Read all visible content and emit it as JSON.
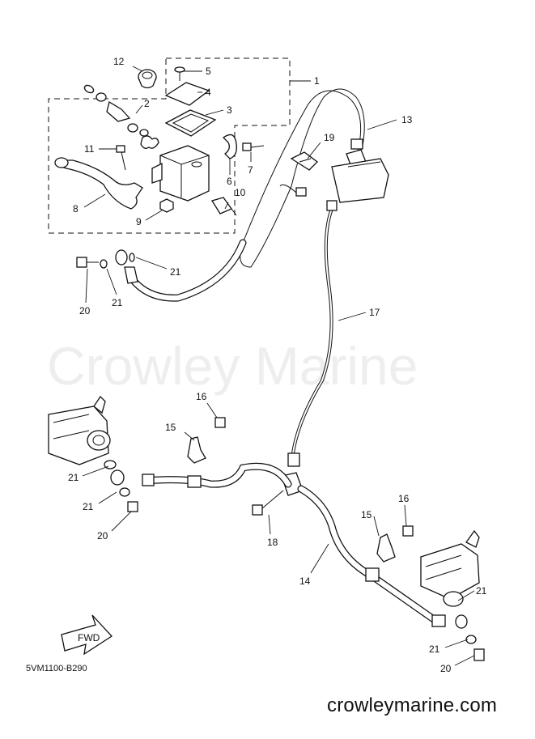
{
  "watermark": "Crowley Marine",
  "drawing_code": "5VM1100-B290",
  "site": "crowleymarine.com",
  "fwd_label": "FWD",
  "callouts": {
    "c1": "1",
    "c2": "2",
    "c3": "3",
    "c4": "4",
    "c5": "5",
    "c6": "6",
    "c7": "7",
    "c8": "8",
    "c9": "9",
    "c10": "10",
    "c11": "11",
    "c12": "12",
    "c13": "13",
    "c14": "14",
    "c15a": "15",
    "c15b": "15",
    "c16a": "16",
    "c16b": "16",
    "c17": "17",
    "c18": "18",
    "c19": "19",
    "c20a": "20",
    "c20b": "20",
    "c20c": "20",
    "c21a": "21",
    "c21b": "21",
    "c21c": "21",
    "c21d": "21",
    "c21e": "21",
    "c21f": "21"
  }
}
